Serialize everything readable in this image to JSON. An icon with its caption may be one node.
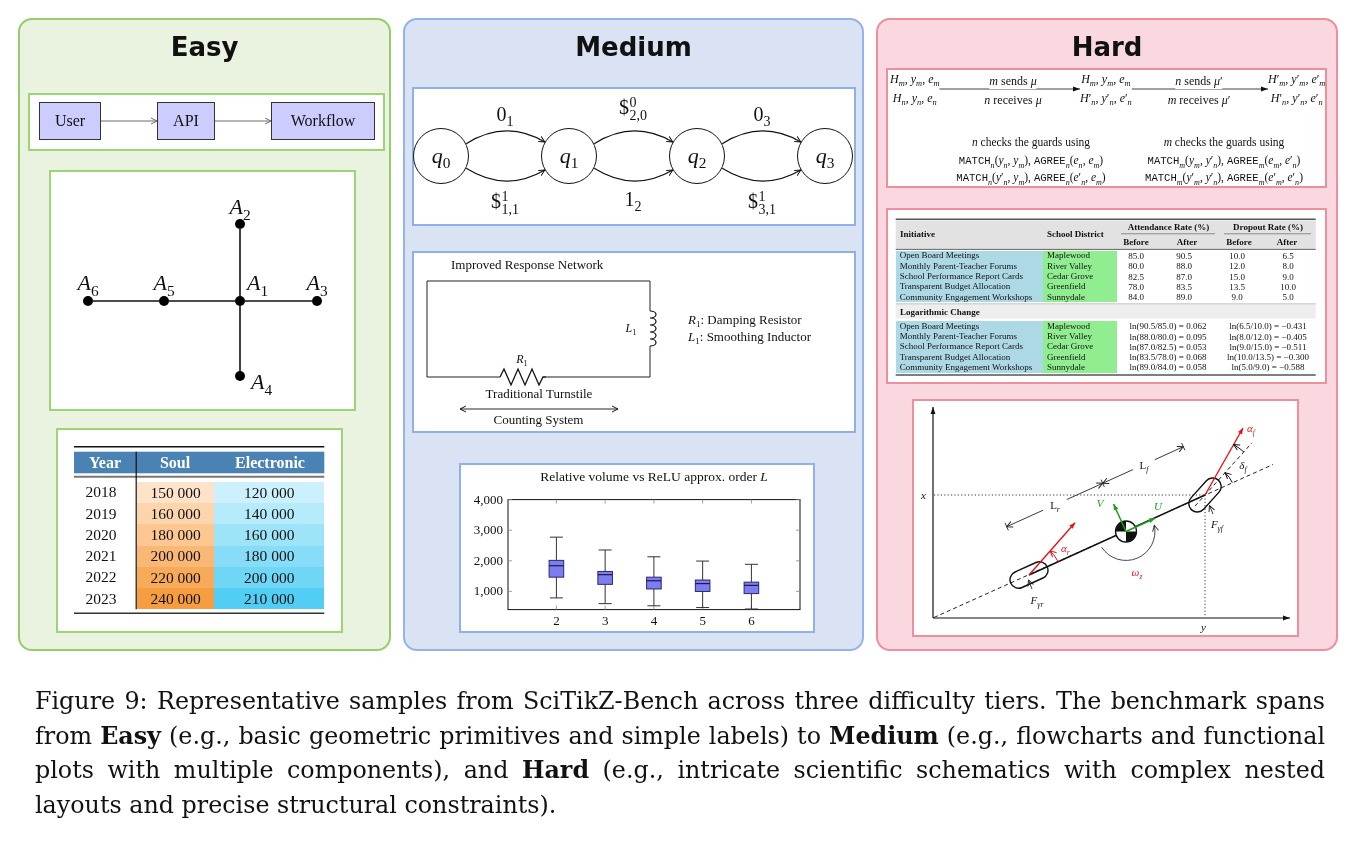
{
  "diagram": {
    "caption": "Figure 9: Representative samples from SciTikZ-Bench across three difficulty tiers. The benchmark spans from **Easy** (e.g., basic geometric primitives and simple labels) to **Medium** (e.g., flowcharts and functional plots with multiple components), and **Hard** (e.g., intricate scientific schematics with complex nested layouts and precise structural constraints).",
    "nodes": [
      {
        "text": [
          "Easy"
        ]
      },
      {
        "text": [],
        "shape": "box",
        "in": 0
      },
      {
        "text": [
          "User"
        ],
        "in": 1
      },
      {
        "text": [
          "API"
        ],
        "in": 1
      },
      {
        "text": [
          "Workflow"
        ],
        "in": 1
      },
      {
        "text": [],
        "shape": "box",
        "in": 0
      },
      {
        "text": [],
        "shape": "circle",
        "in": 5,
        "beside": [
          "*A*$_{2}$"
        ]
      },
      {
        "text": [],
        "shape": "circle",
        "in": 5,
        "beside": [
          "*A*$_{6}$"
        ]
      },
      {
        "text": [],
        "shape": "circle",
        "in": 5,
        "beside": [
          "*A*$_{5}$"
        ]
      },
      {
        "text": [],
        "shape": "circle",
        "in": 5,
        "beside": [
          "*A*$_{1}$"
        ]
      },
      {
        "text": [],
        "shape": "circle",
        "in": 5,
        "beside": [
          "*A*$_{3}$"
        ]
      },
      {
        "text": [],
        "shape": "circle",
        "in": 5,
        "beside": [
          "*A*$_{4}$"
        ]
      },
      {
        "text": [],
        "shape": "box",
        "in": 0
      },
      {
        "text": [
          "Medium"
        ]
      },
      {
        "text": [],
        "shape": "box",
        "in": 13
      },
      {
        "text": [
          "*q*$_{0}$"
        ],
        "in": 14
      },
      {
        "text": [
          "*q*$_{1}$"
        ],
        "in": 14
      },
      {
        "text": [
          "*q*$_{2}$"
        ],
        "in": 14
      },
      {
        "text": [
          "*q*$_{3}$"
        ],
        "in": 14
      },
      {
        "text": [],
        "shape": "box",
        "in": 13
      },
      {
        "text": [],
        "shape": "box",
        "in": 13
      },
      {
        "text": [
          "Hard"
        ]
      },
      {
        "text": [],
        "shape": "box",
        "in": 21
      },
      {
        "text": [
          "*H*$_{m}$, *y*$_{m}$, *e*$_{m}$",
          "*H*$_{n}$, *y*$_{n}$, *e*$_{n}$"
        ],
        "in": 22
      },
      {
        "text": [
          "*H*$_{m}$, *y*$_{m}$, *e*$_{m}$",
          "*H*′$_{n}$, *y*′$_{n}$, *e*′$_{n}$"
        ],
        "in": 22
      },
      {
        "text": [
          "*H*′$_{m}$, *y*′$_{m}$, *e*′$_{m}$",
          "*H*′$_{n}$, *y*′$_{n}$, *e*′$_{n}$"
        ],
        "in": 22
      },
      {
        "text": [],
        "shape": "box",
        "in": 21
      },
      {
        "text": [],
        "shape": "box",
        "in": 21
      }
    ],
    "edges": [
      {
        "from": 2,
        "to": 3,
        "arrow": "to",
        "color": "#6b6b6b"
      },
      {
        "from": 3,
        "to": 4,
        "arrow": "to",
        "color": "#6b6b6b"
      },
      {
        "from": 6,
        "to": 9,
        "arrow": "none"
      },
      {
        "from": 7,
        "to": 8,
        "arrow": "none"
      },
      {
        "from": 8,
        "to": 9,
        "arrow": "none"
      },
      {
        "from": 9,
        "to": 10,
        "arrow": "none"
      },
      {
        "from": 9,
        "to": 11,
        "arrow": "none"
      },
      {
        "from": 15,
        "to": 16,
        "arrow": "to",
        "label": "0$_{1}$"
      },
      {
        "from": 15,
        "to": 16,
        "arrow": "to",
        "label": "$$^{1}$$_{1,1}$"
      },
      {
        "from": 16,
        "to": 17,
        "arrow": "to",
        "label": "$$^{0}$$_{2,0}$"
      },
      {
        "from": 16,
        "to": 17,
        "arrow": "to",
        "label": "1$_{2}$"
      },
      {
        "from": 17,
        "to": 18,
        "arrow": "to",
        "label": "0$_{3}$"
      },
      {
        "from": 17,
        "to": 18,
        "arrow": "to",
        "label": "$$^{1}$$_{3,1}$"
      },
      {
        "from": 23,
        "to": 24,
        "arrow": "to",
        "label": "*m* sends *μ*"
      },
      {
        "from": 24,
        "to": 25,
        "arrow": "to",
        "label": "*n* sends *μ*′"
      }
    ],
    "labels": [
      "Year",
      "Soul",
      "Electronic",
      "2018",
      "150 000",
      "120 000",
      "2019",
      "160 000",
      "140 000",
      "2020",
      "180 000",
      "160 000",
      "2021",
      "200 000",
      "180 000",
      "2022",
      "220 000",
      "200 000",
      "2023",
      "240 000",
      "210 000",
      "Improved Response Network",
      "*R*$_{1}$: Damping Resistor",
      "*L*$_{1}$",
      "*L*$_{1}$: Smoothing Inductor",
      "*R*$_{1}$",
      "Traditional Turnstile",
      "Counting System",
      "Relative volume vs ReLU approx. order *L*",
      "4,000",
      "3,000",
      "2,000",
      "1,000",
      "2",
      "3",
      "4",
      "5",
      "6",
      "*n* receives *μ*",
      "*m* receives *μ*′",
      "*n* checks the guards using",
      "MATCH$_{n}$(*y*$_{n}$, *y*$_{m}$), AGREE$_{n}$(*e*$_{n}$, *e*$_{m}$)",
      "MATCH$_{n}$(*y*′$_{n}$, *y*$_{m}$), AGREE$_{n}$(*e*′$_{n}$, *e*$_{m}$)",
      "*m* checks the guards using",
      "MATCH$_{m}$(*y*$_{m}$, *y*′$_{n}$), AGREE$_{m}$(*e*$_{m}$, *e*′$_{n}$)",
      "MATCH$_{m}$(*y*′$_{m}$, *y*′$_{n}$), AGREE$_{m}$(*e*′$_{m}$, *e*′$_{n}$)",
      "Initiative",
      "School District",
      "Attendance Rate (%)",
      "Dropout Rate (%)",
      "Before",
      "After",
      "Before",
      "After",
      "Open Board Meetings",
      "Maplewood",
      "85.0",
      "90.5",
      "10.0",
      "6.5",
      "Monthly Parent-Teacher Forums",
      "River Valley",
      "80.0",
      "88.0",
      "12.0",
      "8.0",
      "School Performance Report Cards",
      "Cedar Grove",
      "82.5",
      "87.0",
      "15.0",
      "9.0",
      "Transparent Budget Allocation",
      "Greenfield",
      "78.0",
      "83.5",
      "13.5",
      "10.0",
      "Community Engagement Workshops",
      "Sunnydale",
      "84.0",
      "89.0",
      "9.0",
      "5.0",
      "Logarithmic Change",
      "Open Board Meetings",
      "Maplewood",
      "ln(90.5/85.0) = 0.062",
      "ln(6.5/10.0) = −0.431",
      "Monthly Parent-Teacher Forums",
      "River Valley",
      "ln(88.0/80.0) = 0.095",
      "ln(8.0/12.0) = −0.405",
      "School Performance Report Cards",
      "Cedar Grove",
      "ln(87.0/82.5) = 0.053",
      "ln(9.0/15.0) = −0.511",
      "Transparent Budget Allocation",
      "Greenfield",
      "ln(83.5/78.0) = 0.068",
      "ln(10.0/13.5) = −0.300",
      "Community Engagement Workshops",
      "Sunnydale",
      "ln(89.0/84.0) = 0.058",
      "ln(5.0/9.0) = −0.588",
      "*α*$_{f}$",
      "L$_{f}$",
      "*δ*$_{f}$",
      "x",
      "V",
      "L$_{r}$",
      "U",
      "*F*$_{γf}$",
      "*α*$_{r}$",
      "*ω*$_{z}$",
      "*F*$_{γr}$",
      "y"
    ]
  }
}
